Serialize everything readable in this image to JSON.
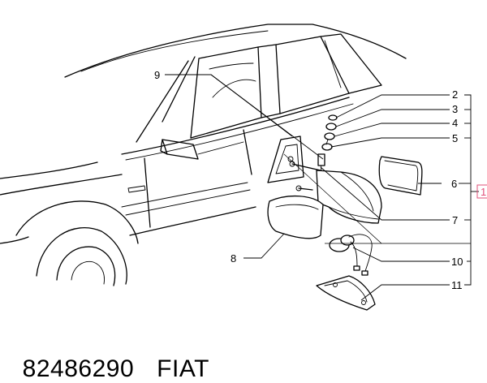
{
  "callouts": {
    "c1": "1",
    "c2": "2",
    "c3": "3",
    "c4": "4",
    "c5": "5",
    "c6": "6",
    "c7": "7",
    "c8": "8",
    "c9": "9",
    "c10": "10",
    "c11": "11"
  },
  "footer": {
    "part_number": "82486290",
    "brand": "FIAT"
  },
  "colors": {
    "line": "#000000",
    "background": "#ffffff",
    "callout_1_accent": "#e0507a"
  }
}
